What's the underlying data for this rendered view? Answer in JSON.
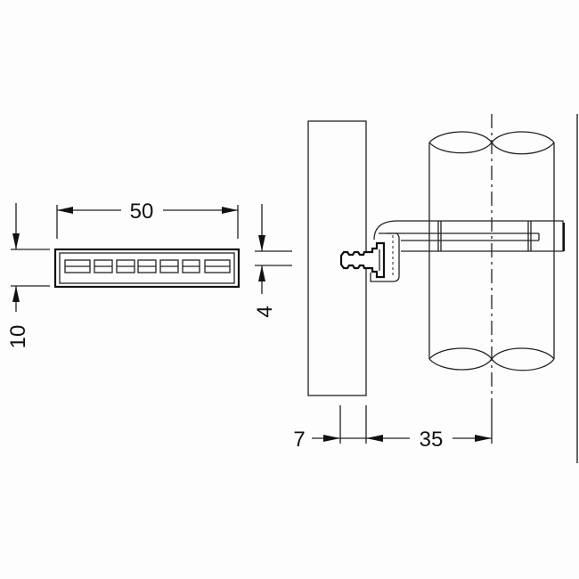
{
  "drawing": {
    "dimensions": {
      "width_label": "50",
      "height_label": "10",
      "thickness_label": "4",
      "wall_gap_label": "7",
      "pipe_offset_label": "35"
    },
    "parts": [
      "clip-front-view",
      "wall-section",
      "anchor-plug",
      "bracket",
      "pipe"
    ],
    "colors": {
      "line": "#222222",
      "background": "#fdfdfd"
    }
  }
}
